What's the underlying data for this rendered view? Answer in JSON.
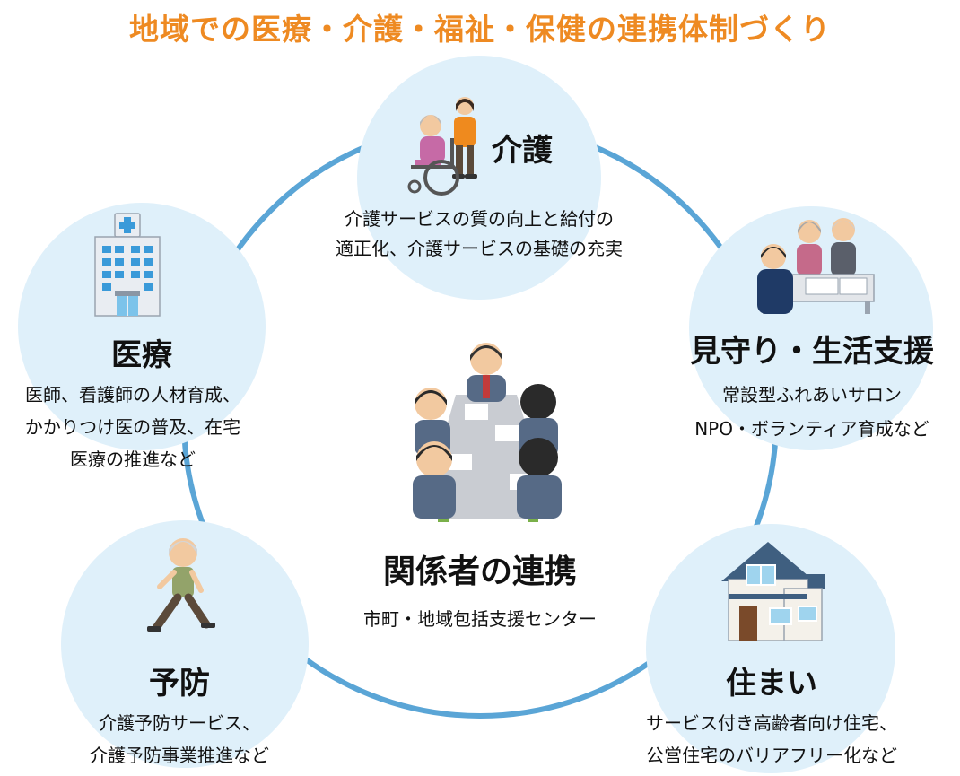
{
  "title": "地域での医療・介護・福祉・保健の連携体制づくり",
  "colors": {
    "title": "#ee8a22",
    "ring": "#5aa5d6",
    "circle_fill": "#dff0fa"
  },
  "center": {
    "heading": "関係者の連携",
    "sub": "市町・地域包括支援センター",
    "icon": "meeting-icon"
  },
  "nodes": {
    "kaigo": {
      "heading": "介護",
      "desc": [
        "介護サービスの質の向上と給付の",
        "適正化、介護サービスの基礎の充実"
      ],
      "icon": "wheelchair-care-icon"
    },
    "iryo": {
      "heading": "医療",
      "desc": [
        "医師、看護師の人材育成、",
        "かかりつけ医の普及、在宅",
        "医療の推進など"
      ],
      "icon": "hospital-icon"
    },
    "mimamori": {
      "heading": "見守り・生活支援",
      "desc": [
        "常設型ふれあいサロン",
        "NPO・ボランティア育成など"
      ],
      "icon": "counseling-icon"
    },
    "yobo": {
      "heading": "予防",
      "desc": [
        "介護予防サービス、",
        "介護予防事業推進など"
      ],
      "icon": "exercise-icon"
    },
    "sumai": {
      "heading": "住まい",
      "desc": [
        "サービス付き高齢者向け住宅、",
        "公営住宅のバリアフリー化など"
      ],
      "icon": "house-icon"
    }
  }
}
